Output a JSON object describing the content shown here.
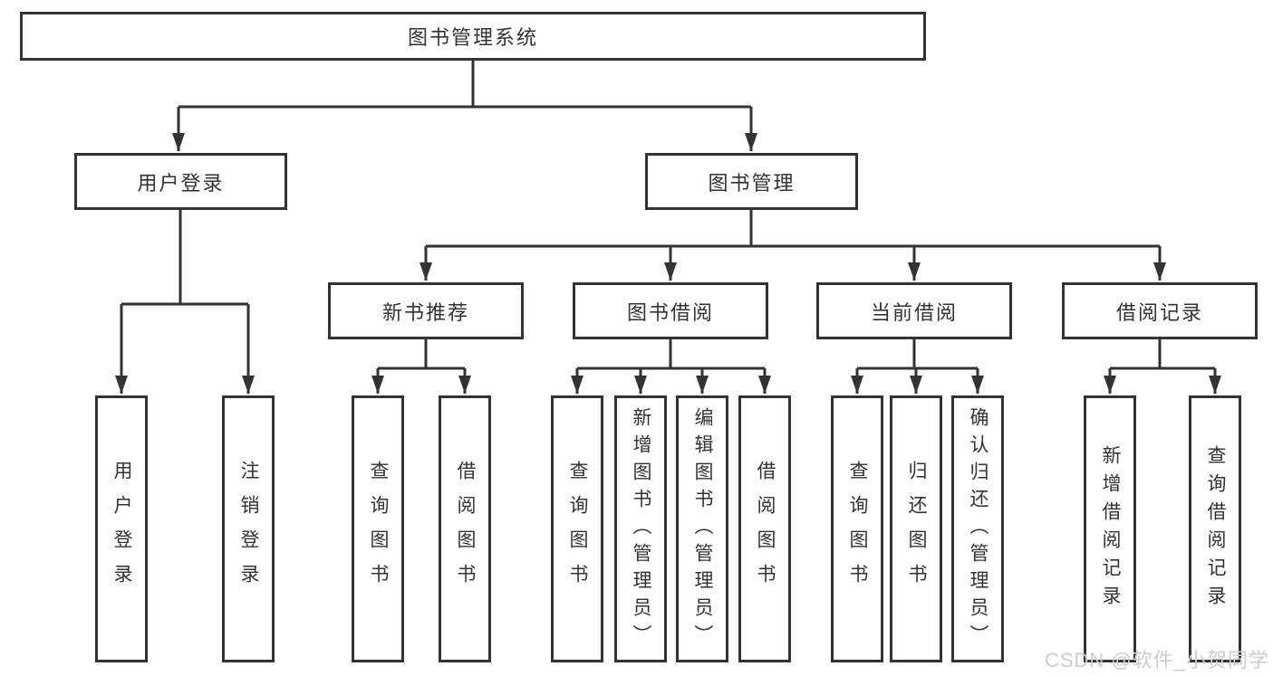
{
  "diagram": {
    "title": "图书管理系统",
    "root": {
      "label": "图书管理系统"
    },
    "branches": [
      {
        "label": "用户登录",
        "children": [
          {
            "label": "用户登录"
          },
          {
            "label": "注销登录"
          }
        ]
      },
      {
        "label": "图书管理",
        "children": [
          {
            "label": "新书推荐",
            "children": [
              {
                "label": "查询图书"
              },
              {
                "label": "借阅图书"
              }
            ]
          },
          {
            "label": "图书借阅",
            "children": [
              {
                "label": "查询图书"
              },
              {
                "label": "新增图书（管理员）"
              },
              {
                "label": "编辑图书（管理员）"
              },
              {
                "label": "借阅图书"
              }
            ]
          },
          {
            "label": "当前借阅",
            "children": [
              {
                "label": "查询图书"
              },
              {
                "label": "归还图书"
              },
              {
                "label": "确认归还（管理员）"
              }
            ]
          },
          {
            "label": "借阅记录",
            "children": [
              {
                "label": "新增借阅记录"
              },
              {
                "label": "查询借阅记录"
              }
            ]
          }
        ]
      }
    ]
  },
  "watermark": {
    "text": "CSDN @软件_小贺同学"
  },
  "colors": {
    "line": "#333333",
    "box_border": "#333333",
    "text": "#333333",
    "background": "#ffffff",
    "watermark": "#cccccc"
  }
}
